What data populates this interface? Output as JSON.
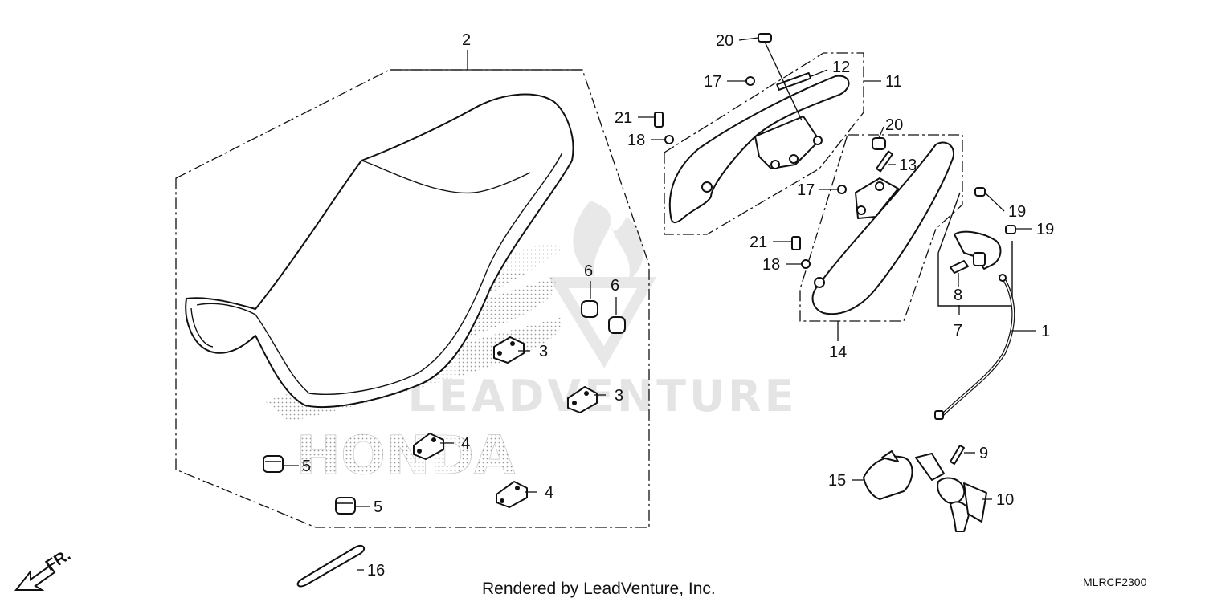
{
  "callouts": [
    {
      "id": "c1",
      "text": "1"
    },
    {
      "id": "c2",
      "text": "2"
    },
    {
      "id": "c3a",
      "text": "3"
    },
    {
      "id": "c3b",
      "text": "3"
    },
    {
      "id": "c4a",
      "text": "4"
    },
    {
      "id": "c4b",
      "text": "4"
    },
    {
      "id": "c5a",
      "text": "5"
    },
    {
      "id": "c5b",
      "text": "5"
    },
    {
      "id": "c6a",
      "text": "6"
    },
    {
      "id": "c6b",
      "text": "6"
    },
    {
      "id": "c7",
      "text": "7"
    },
    {
      "id": "c8",
      "text": "8"
    },
    {
      "id": "c9",
      "text": "9"
    },
    {
      "id": "c10",
      "text": "10"
    },
    {
      "id": "c11",
      "text": "11"
    },
    {
      "id": "c12",
      "text": "12"
    },
    {
      "id": "c13",
      "text": "13"
    },
    {
      "id": "c14",
      "text": "14"
    },
    {
      "id": "c15",
      "text": "15"
    },
    {
      "id": "c16",
      "text": "16"
    },
    {
      "id": "c17a",
      "text": "17"
    },
    {
      "id": "c17b",
      "text": "17"
    },
    {
      "id": "c18a",
      "text": "18"
    },
    {
      "id": "c18b",
      "text": "18"
    },
    {
      "id": "c19a",
      "text": "19"
    },
    {
      "id": "c19b",
      "text": "19"
    },
    {
      "id": "c20a",
      "text": "20"
    },
    {
      "id": "c20b",
      "text": "20"
    },
    {
      "id": "c21a",
      "text": "21"
    },
    {
      "id": "c21b",
      "text": "21"
    }
  ],
  "direction_label": "FR.",
  "footer": {
    "credit": "Rendered by LeadVenture, Inc.",
    "code": "MLRCF2300"
  },
  "watermark": {
    "text": "LEADVENTURE",
    "brand": "HONDA"
  }
}
